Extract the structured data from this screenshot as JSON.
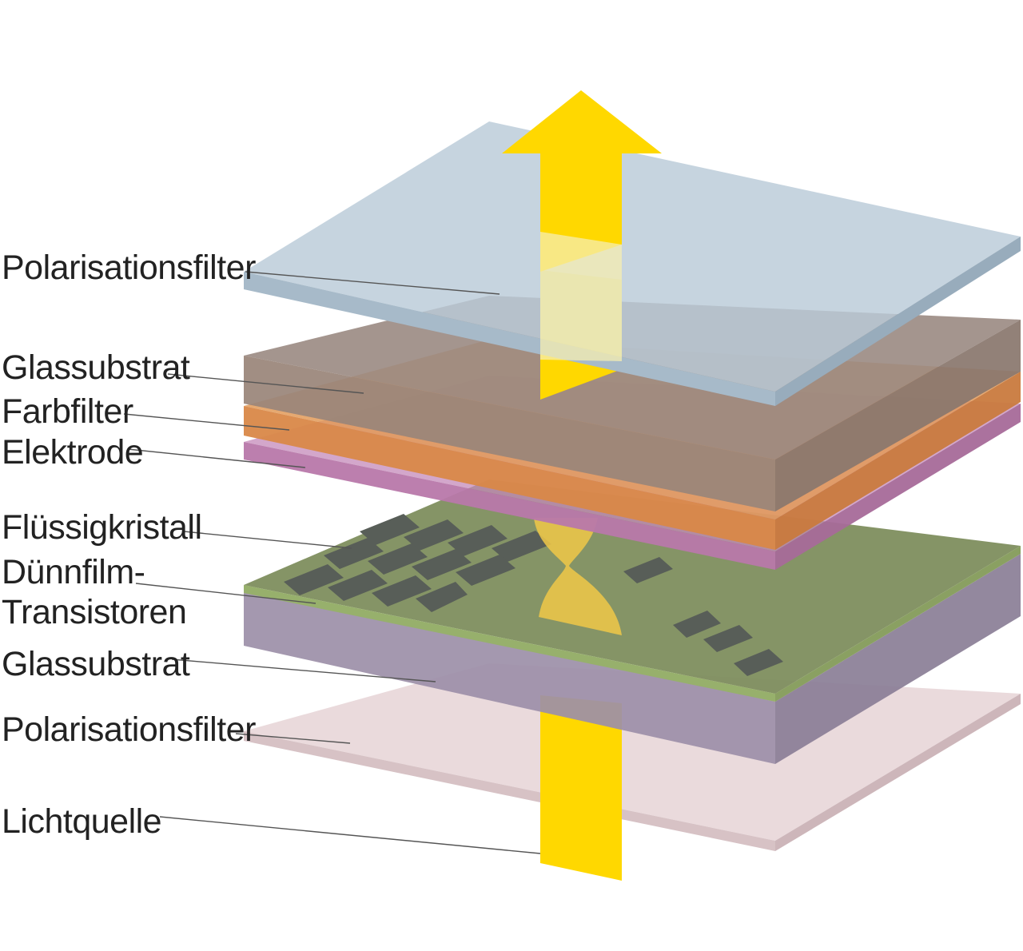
{
  "labels": {
    "polarisationsfilter_top": "Polarisationsfilter",
    "glassubstrat_top": "Glassubstrat",
    "farbfilter": "Farbfilter",
    "elektrode": "Elektrode",
    "fluessigkristall": "Flüssigkristall",
    "duennfilm_line1": "Dünnfilm-",
    "duennfilm_line2": "Transistoren",
    "glassubstrat_bottom": "Glassubstrat",
    "polarisationsfilter_bottom": "Polarisationsfilter",
    "lichtquelle": "Lichtquelle"
  },
  "colors": {
    "light_arrow": "#FFD800",
    "polarizer_top": "#B9CAD8",
    "glass_top": "#9A8A82",
    "color_filter": "#D98848",
    "electrode": "#B878AA",
    "liquid_crystal": "#7E8E5E",
    "tft_cells": "#585E58",
    "glass_bottom": "#9C8FA8",
    "polarizer_bottom": "#E8D6D8"
  }
}
